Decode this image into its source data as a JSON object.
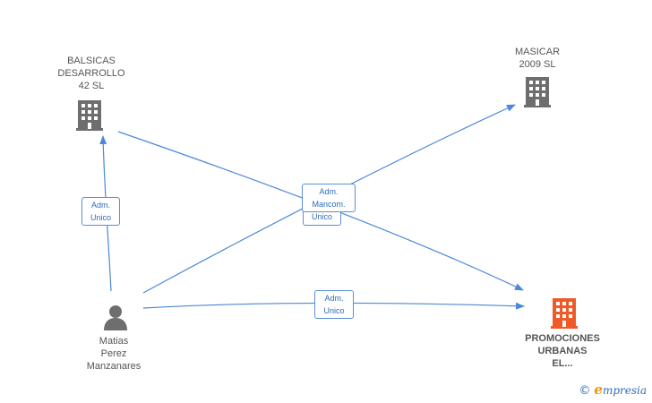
{
  "colors": {
    "edge": "#4a88d8",
    "company": "#6e6e6e",
    "target": "#f05a28",
    "person": "#6e6e6e"
  },
  "nodes": {
    "balsicas": {
      "line1": "BALSICAS",
      "line2": "DESARROLLO",
      "line3": "42 SL",
      "icon": "building-icon"
    },
    "masicar": {
      "line1": "MASICAR",
      "line2": "2009 SL",
      "icon": "building-icon"
    },
    "promociones": {
      "line1": "PROMOCIONES",
      "line2": "URBANAS",
      "line3": "EL...",
      "icon": "building-icon-highlight"
    },
    "matias": {
      "line1": "Matias",
      "line2": "Perez",
      "line3": "Manzanares",
      "icon": "person-icon"
    }
  },
  "edges": {
    "adm_unico_left": {
      "line1": "Adm.",
      "line2": "Unico"
    },
    "adm_mancom": {
      "line1": "Adm.",
      "line2": "Mancom."
    },
    "unico_behind": {
      "line1": "Unico"
    },
    "adm_unico_bottom": {
      "line1": "Adm.",
      "line2": "Unico"
    }
  },
  "brand": {
    "copyright": "©",
    "e": "e",
    "rest": "mpresia"
  }
}
